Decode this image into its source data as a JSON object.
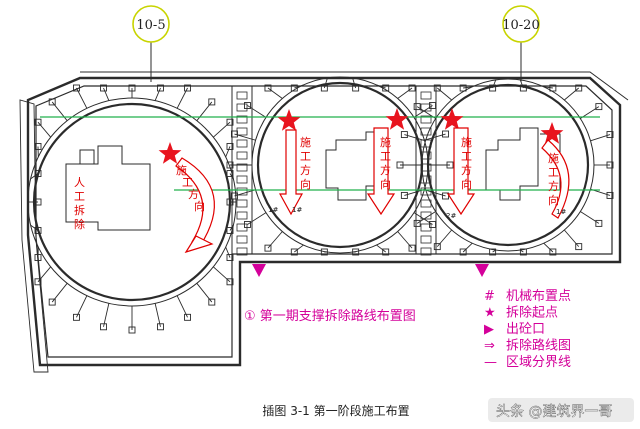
{
  "axis_labels": {
    "left": "10-5",
    "right": "10-20"
  },
  "diagram_labels": {
    "manual_removal": [
      "人",
      "工",
      "拆",
      "除"
    ],
    "construction_direction": [
      "施",
      "工",
      "方",
      "向"
    ],
    "pit_marks": [
      "1#",
      "1#",
      "2#",
      "1#"
    ]
  },
  "title_text": "①  第一期支撑拆除路线布置图",
  "legend": [
    {
      "symbol": "#",
      "label": "机械布置点"
    },
    {
      "symbol": "★",
      "label": "拆除起点"
    },
    {
      "symbol": "▶",
      "label": "出砼口"
    },
    {
      "symbol": "⇒",
      "label": "拆除路线图"
    },
    {
      "symbol": "—",
      "label": "区域分界线"
    }
  ],
  "caption": "插图 3-1 第一阶段施工布置",
  "watermark": "头条 @建筑界一哥",
  "colors": {
    "structure": "#2b2b2b",
    "direction": "#e00000",
    "legend": "#d4009a",
    "boundary": "#22b14c",
    "axis_circle": "#c8d400"
  }
}
